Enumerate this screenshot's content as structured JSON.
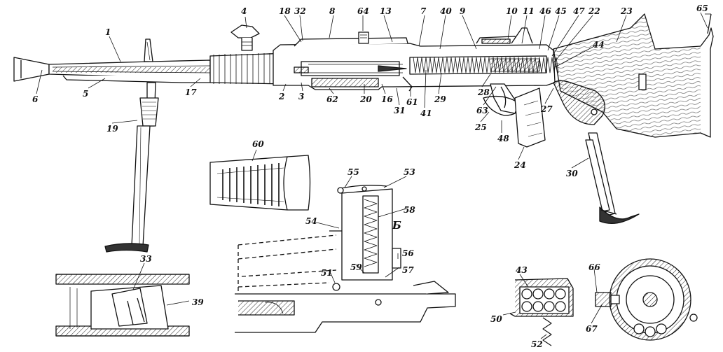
{
  "labels": [
    {
      "id": "l1",
      "text": "1"
    },
    {
      "id": "l4",
      "text": "4"
    },
    {
      "id": "l18",
      "text": "18"
    },
    {
      "id": "l32",
      "text": "32"
    },
    {
      "id": "l8",
      "text": "8"
    },
    {
      "id": "l64",
      "text": "64"
    },
    {
      "id": "l13",
      "text": "13"
    },
    {
      "id": "l7",
      "text": "7"
    },
    {
      "id": "l40",
      "text": "40"
    },
    {
      "id": "l9",
      "text": "9"
    },
    {
      "id": "l10",
      "text": "10"
    },
    {
      "id": "l11",
      "text": "11"
    },
    {
      "id": "l46",
      "text": "46"
    },
    {
      "id": "l45",
      "text": "45"
    },
    {
      "id": "l47",
      "text": "47"
    },
    {
      "id": "l22",
      "text": "22"
    },
    {
      "id": "l23",
      "text": "23"
    },
    {
      "id": "l65",
      "text": "65"
    },
    {
      "id": "l44",
      "text": "44"
    },
    {
      "id": "l6",
      "text": "6"
    },
    {
      "id": "l5",
      "text": "5"
    },
    {
      "id": "l17",
      "text": "17"
    },
    {
      "id": "l2",
      "text": "2"
    },
    {
      "id": "l3",
      "text": "3"
    },
    {
      "id": "l62",
      "text": "62"
    },
    {
      "id": "l20",
      "text": "20"
    },
    {
      "id": "l16",
      "text": "16"
    },
    {
      "id": "l31",
      "text": "31"
    },
    {
      "id": "l61",
      "text": "61"
    },
    {
      "id": "l41",
      "text": "41"
    },
    {
      "id": "l29",
      "text": "29"
    },
    {
      "id": "l28",
      "text": "28"
    },
    {
      "id": "l63",
      "text": "63"
    },
    {
      "id": "l25",
      "text": "25"
    },
    {
      "id": "l27",
      "text": "27"
    },
    {
      "id": "l48",
      "text": "48"
    },
    {
      "id": "l24",
      "text": "24"
    },
    {
      "id": "l30",
      "text": "30"
    },
    {
      "id": "l19",
      "text": "19"
    },
    {
      "id": "l60",
      "text": "60"
    },
    {
      "id": "l55",
      "text": "55"
    },
    {
      "id": "l53",
      "text": "53"
    },
    {
      "id": "l58",
      "text": "58"
    },
    {
      "id": "l54",
      "text": "54"
    },
    {
      "id": "lB",
      "text": "Б"
    },
    {
      "id": "l56",
      "text": "56"
    },
    {
      "id": "l59",
      "text": "59"
    },
    {
      "id": "l57",
      "text": "57"
    },
    {
      "id": "l51",
      "text": "51"
    },
    {
      "id": "l33",
      "text": "33"
    },
    {
      "id": "l39",
      "text": "39"
    },
    {
      "id": "l43",
      "text": "43"
    },
    {
      "id": "l50",
      "text": "50"
    },
    {
      "id": "l52",
      "text": "52"
    },
    {
      "id": "l66",
      "text": "66"
    },
    {
      "id": "l67",
      "text": "67"
    }
  ]
}
